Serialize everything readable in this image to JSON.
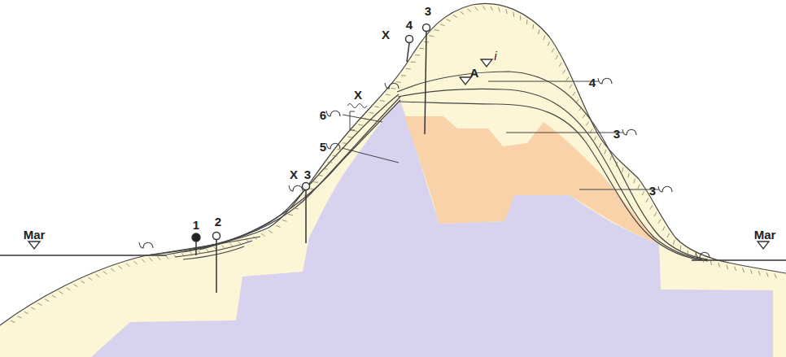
{
  "diagram": {
    "labels": [
      "3",
      "X",
      "4",
      "i",
      "A",
      "4",
      "X",
      "6",
      "3",
      "5",
      "X",
      "3",
      "3",
      "Mar",
      "1",
      "2",
      "Mar"
    ]
  }
}
